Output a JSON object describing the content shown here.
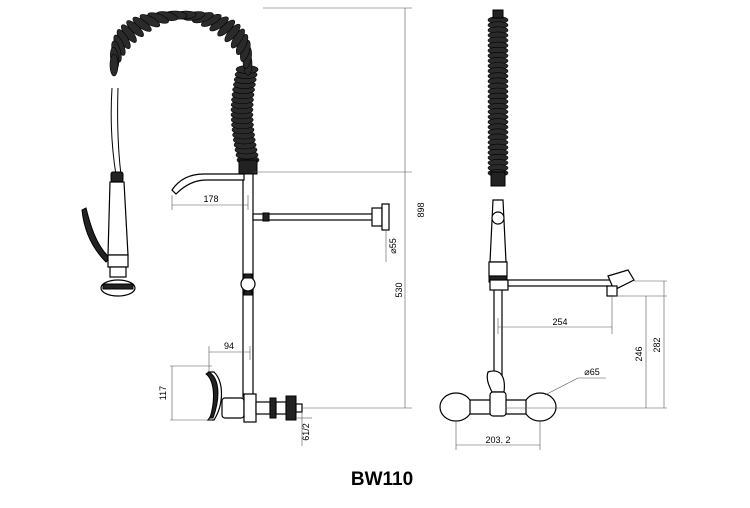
{
  "title": "BW110",
  "dimensions": {
    "overall_height": "898",
    "column_height": "530",
    "nozzle_reach": "178",
    "outlet_diameter": "55",
    "valve_offset": "94",
    "lever_height": "117",
    "inlet_size": "61/2",
    "spout_reach": "254",
    "spout_height_246": "246",
    "spout_height_282": "282",
    "escutcheon_diameter": "65",
    "inlet_centers": "203. 2"
  }
}
